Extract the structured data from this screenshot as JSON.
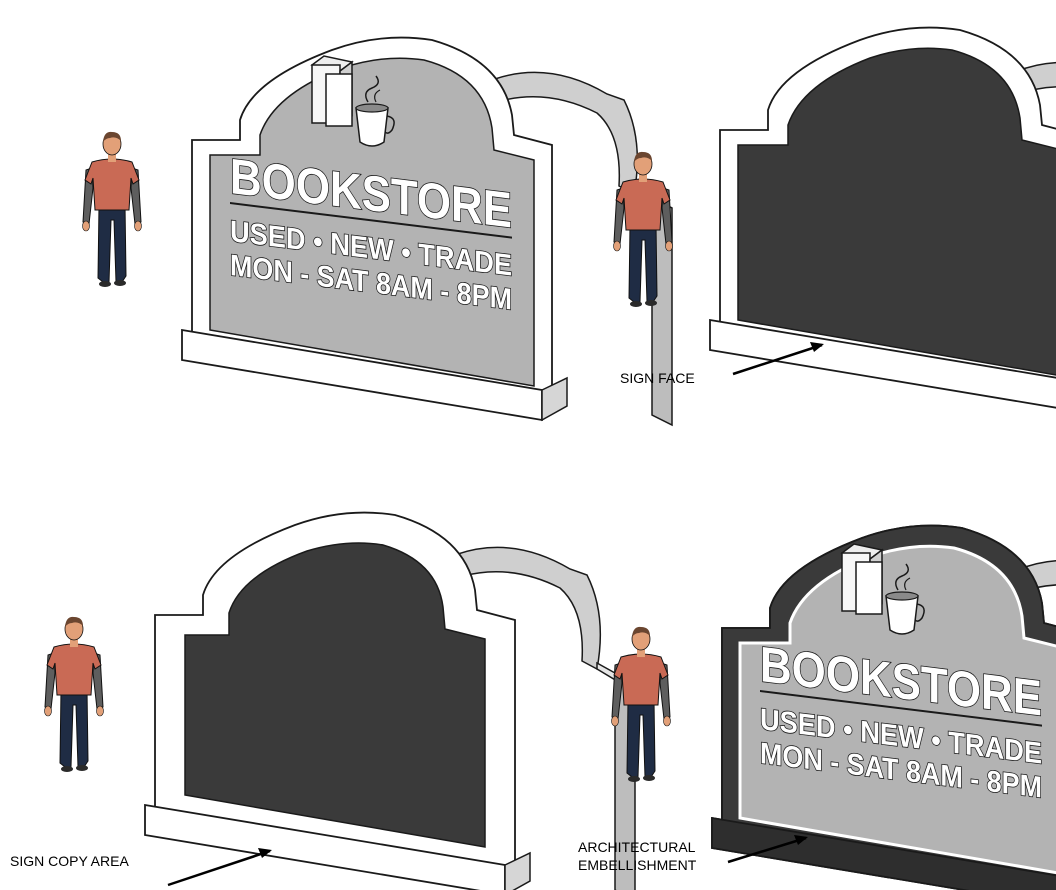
{
  "sign_text": {
    "title": "BOOKSTORE",
    "services": "USED • NEW • TRADE",
    "hours": "MON - SAT  8AM - 8PM"
  },
  "callouts": {
    "sign_face": "SIGN FACE",
    "sign_copy_area": "SIGN COPY AREA",
    "architectural_line1": "ARCHITECTURAL",
    "architectural_line2": "EMBELLISHMENT"
  },
  "colors": {
    "outline": "#1a1a1a",
    "sign_face_fill": "#b3b3b3",
    "dark_area": "#3a3a3a",
    "side_light": "#d9d9d9",
    "side_mid": "#bdbdbd",
    "shirt": "#c96a55",
    "sleeves": "#5e5e5e",
    "pants": "#1f2c44",
    "skin": "#e2a078"
  },
  "figure_icons": [
    "bookstore-sign-icon",
    "books-icon",
    "coffee-cup-icon",
    "person-icon",
    "arrow-icon"
  ]
}
